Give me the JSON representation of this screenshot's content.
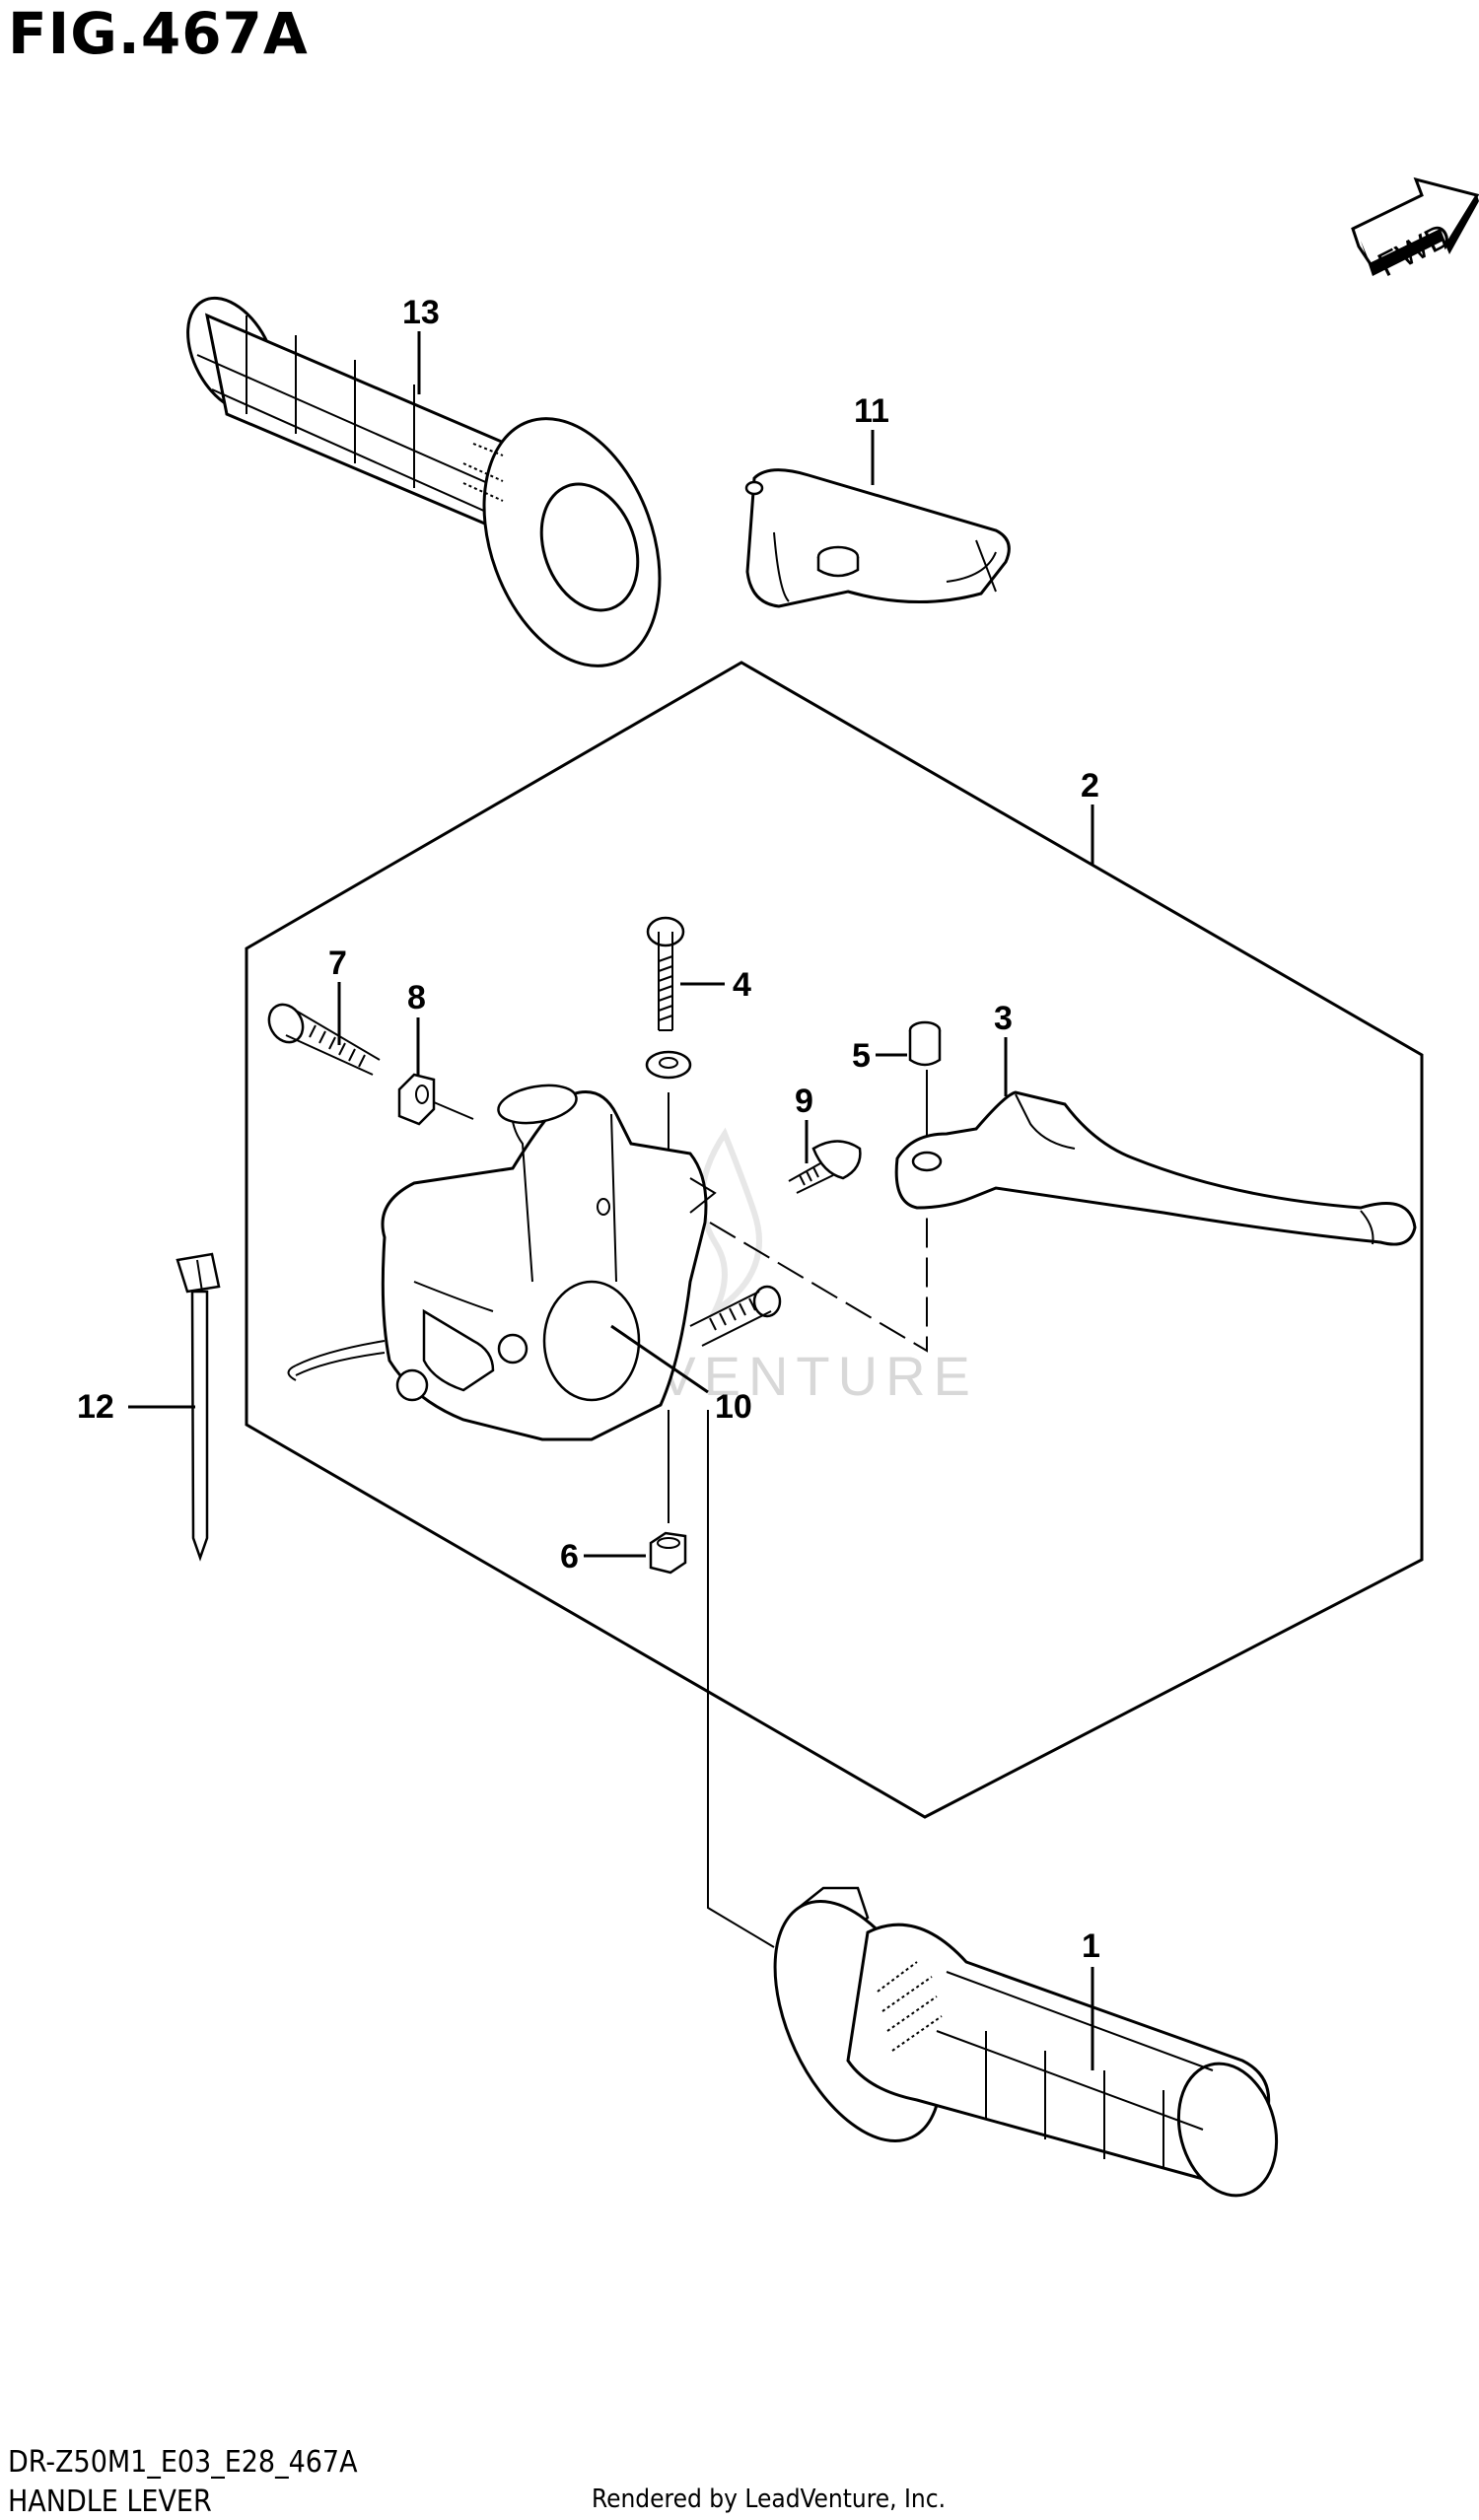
{
  "figure": {
    "title": "FIG.467A",
    "code": "DR-Z50M1_E03_E28_467A",
    "name": "HANDLE LEVER",
    "credit": "Rendered by LeadVenture, Inc.",
    "watermark": "LEADVENTURE",
    "fwd_label": "FWD"
  },
  "callouts": {
    "c1": "1",
    "c2": "2",
    "c3": "3",
    "c4": "4",
    "c5": "5",
    "c6": "6",
    "c7": "7",
    "c8": "8",
    "c9": "9",
    "c10": "10",
    "c11": "11",
    "c12": "12",
    "c13": "13"
  },
  "parts": [
    {
      "ref": "1",
      "icon": "right-handle-grip"
    },
    {
      "ref": "2",
      "icon": "lever-assembly-group"
    },
    {
      "ref": "3",
      "icon": "brake-lever"
    },
    {
      "ref": "4",
      "icon": "screw"
    },
    {
      "ref": "5",
      "icon": "pivot-collar"
    },
    {
      "ref": "6",
      "icon": "nut"
    },
    {
      "ref": "7",
      "icon": "bolt"
    },
    {
      "ref": "8",
      "icon": "nut"
    },
    {
      "ref": "9",
      "icon": "screw"
    },
    {
      "ref": "10",
      "icon": "screw"
    },
    {
      "ref": "11",
      "icon": "lever-cover"
    },
    {
      "ref": "12",
      "icon": "cable-tie"
    },
    {
      "ref": "13",
      "icon": "left-handle-grip"
    }
  ]
}
